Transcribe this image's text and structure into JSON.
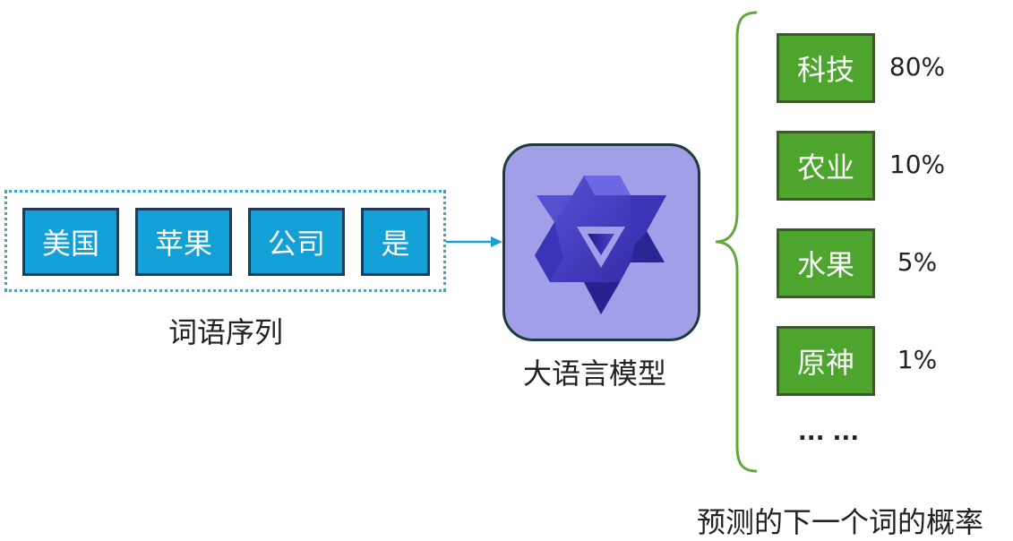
{
  "tokens": [
    "美国",
    "苹果",
    "公司",
    "是"
  ],
  "captions": {
    "input": "词语序列",
    "model": "大语言模型",
    "output": "预测的下一个词的概率"
  },
  "predictions": [
    {
      "word": "科技",
      "prob": "80%"
    },
    {
      "word": "农业",
      "prob": "10%"
    },
    {
      "word": "水果",
      "prob": "5%"
    },
    {
      "word": "原神",
      "prob": "1%"
    }
  ],
  "ellipsis": "... ...",
  "icons": {
    "model": "model-logo-icon",
    "arrow": "arrow-right-icon",
    "brace": "curly-brace-icon"
  },
  "colors": {
    "token_fill": "#12a0d7",
    "model_fill": "#a29ee8",
    "prediction_fill": "#4ea52d",
    "brace": "#5fa83a",
    "arrow": "#1a9fd6"
  }
}
